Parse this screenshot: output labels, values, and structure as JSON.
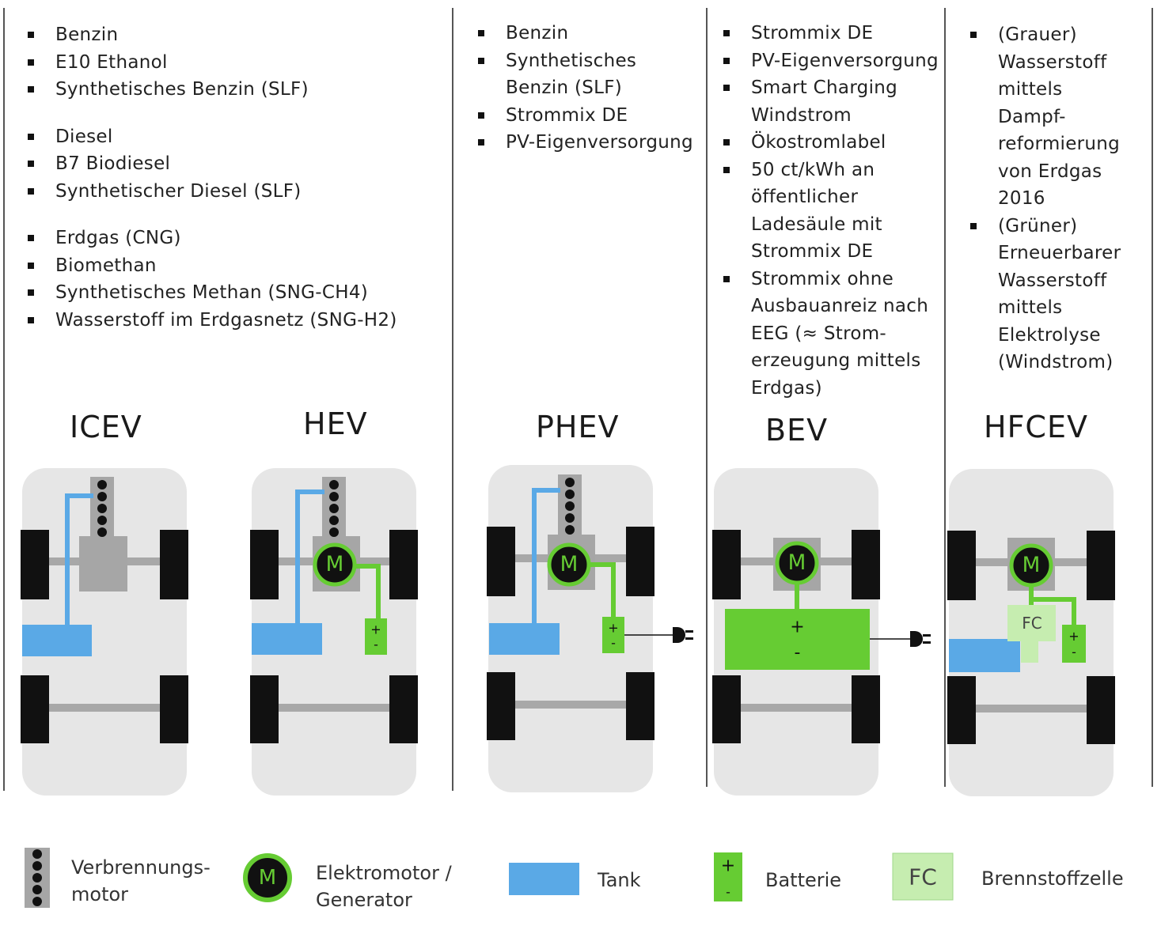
{
  "columns": [
    {
      "id": "c1",
      "items": [
        "Benzin",
        "E10 Ethanol",
        "Synthetisches Benzin (SLF)",
        "",
        "Diesel",
        "B7 Biodiesel",
        "Synthetischer Diesel (SLF)",
        "",
        "Erdgas (CNG)",
        "Biomethan",
        "Synthetisches Methan (SNG-CH4)",
        "Wasserstoff im Erdgasnetz (SNG-H2)"
      ]
    },
    {
      "id": "c2",
      "items": [
        "Benzin",
        "Synthetisches\nBenzin (SLF)",
        "Strommix DE",
        "PV-Eigenversorgung"
      ]
    },
    {
      "id": "c3",
      "items": [
        "Strommix DE",
        "PV-Eigenversorgung",
        "Smart Charging\nWindstrom",
        "Ökostromlabel",
        "50 ct/kWh an\nöffentlicher\nLadesäule mit\nStrommix DE",
        "Strommix ohne\nAusbauanreiz nach\nEEG (≈ Strom-\nerzeugung mittels\nErdgas)"
      ]
    },
    {
      "id": "c4",
      "items": [
        "(Grauer)\nWasserstoff\nmittels\nDampf-\nreformierung\nvon Erdgas\n2016",
        "(Grüner)\nErneuerbarer\nWasserstoff\nmittels\nElektrolyse\n(Windstrom)"
      ]
    }
  ],
  "vehicles": [
    {
      "key": "icev",
      "label": "ICEV"
    },
    {
      "key": "hev",
      "label": "HEV"
    },
    {
      "key": "phev",
      "label": "PHEV"
    },
    {
      "key": "bev",
      "label": "BEV"
    },
    {
      "key": "hfcev",
      "label": "HFCEV"
    }
  ],
  "symbols": {
    "motor": "M",
    "plus": "+",
    "minus": "-",
    "fc": "FC"
  },
  "legend": {
    "engine": "Verbrennungs-\nmotor",
    "motor": "Elektromotor /\nGenerator",
    "tank": "Tank",
    "battery": "Batterie",
    "fuelcell": "Brennstoffzelle"
  },
  "colors": {
    "car_body": "#e6e6e6",
    "wheel": "#111111",
    "axle": "#a8a8a8",
    "engine_block": "#a6a6a6",
    "tank": "#5aa9e6",
    "battery": "#66cc33",
    "fuelcell": "#c6edb0",
    "divider": "#555555"
  }
}
